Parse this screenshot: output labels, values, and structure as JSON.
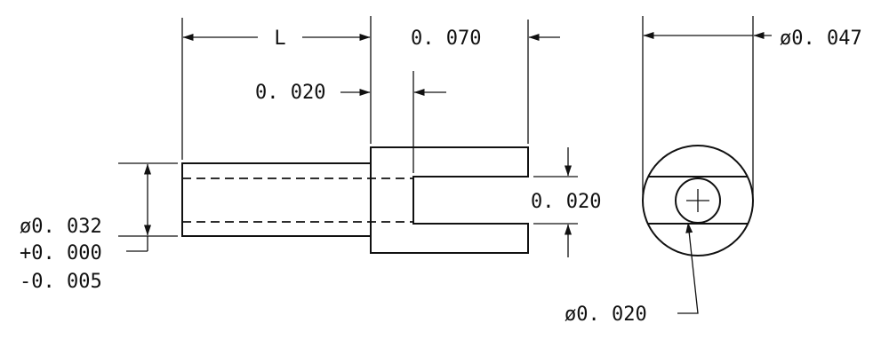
{
  "dimensions": {
    "length_label": "L",
    "slot_width": "0. 070",
    "slot_offset": "0. 020",
    "outer_diameter": "ø0. 047",
    "slot_height": "0. 020",
    "shank_diameter": "ø0. 032",
    "tolerance_plus": "+0. 000",
    "tolerance_minus": "-0. 005",
    "bore_diameter": "ø0. 020"
  },
  "colors": {
    "line": "#111111",
    "background": "#ffffff"
  }
}
